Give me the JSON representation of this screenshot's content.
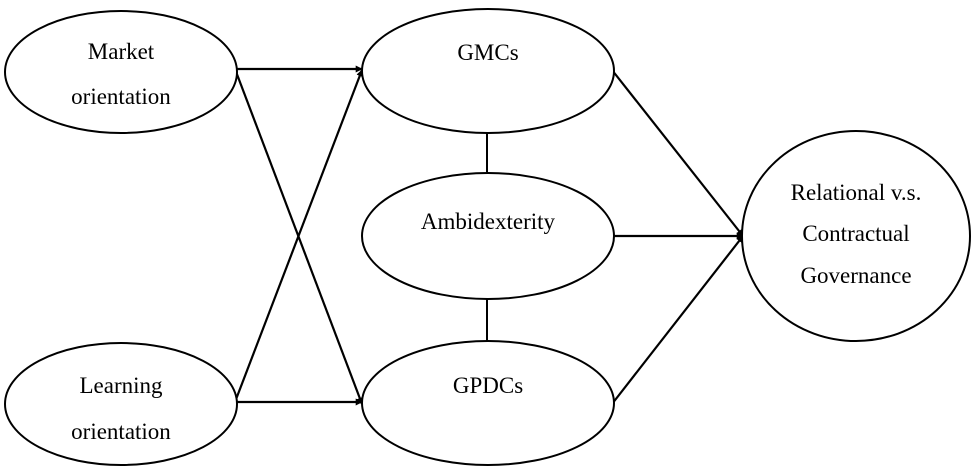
{
  "nodes": {
    "market_orientation": {
      "lines": [
        "Market",
        "orientation"
      ]
    },
    "learning_orientation": {
      "lines": [
        "Learning",
        "orientation"
      ]
    },
    "gmcs": {
      "lines": [
        "GMCs"
      ]
    },
    "ambidexterity": {
      "lines": [
        "Ambidexterity"
      ]
    },
    "gpdcs": {
      "lines": [
        "GPDCs"
      ]
    },
    "governance": {
      "lines": [
        "Relational v.s.",
        "Contractual",
        "Governance"
      ]
    }
  },
  "colors": {
    "stroke": "#000000",
    "fill": "#ffffff"
  }
}
